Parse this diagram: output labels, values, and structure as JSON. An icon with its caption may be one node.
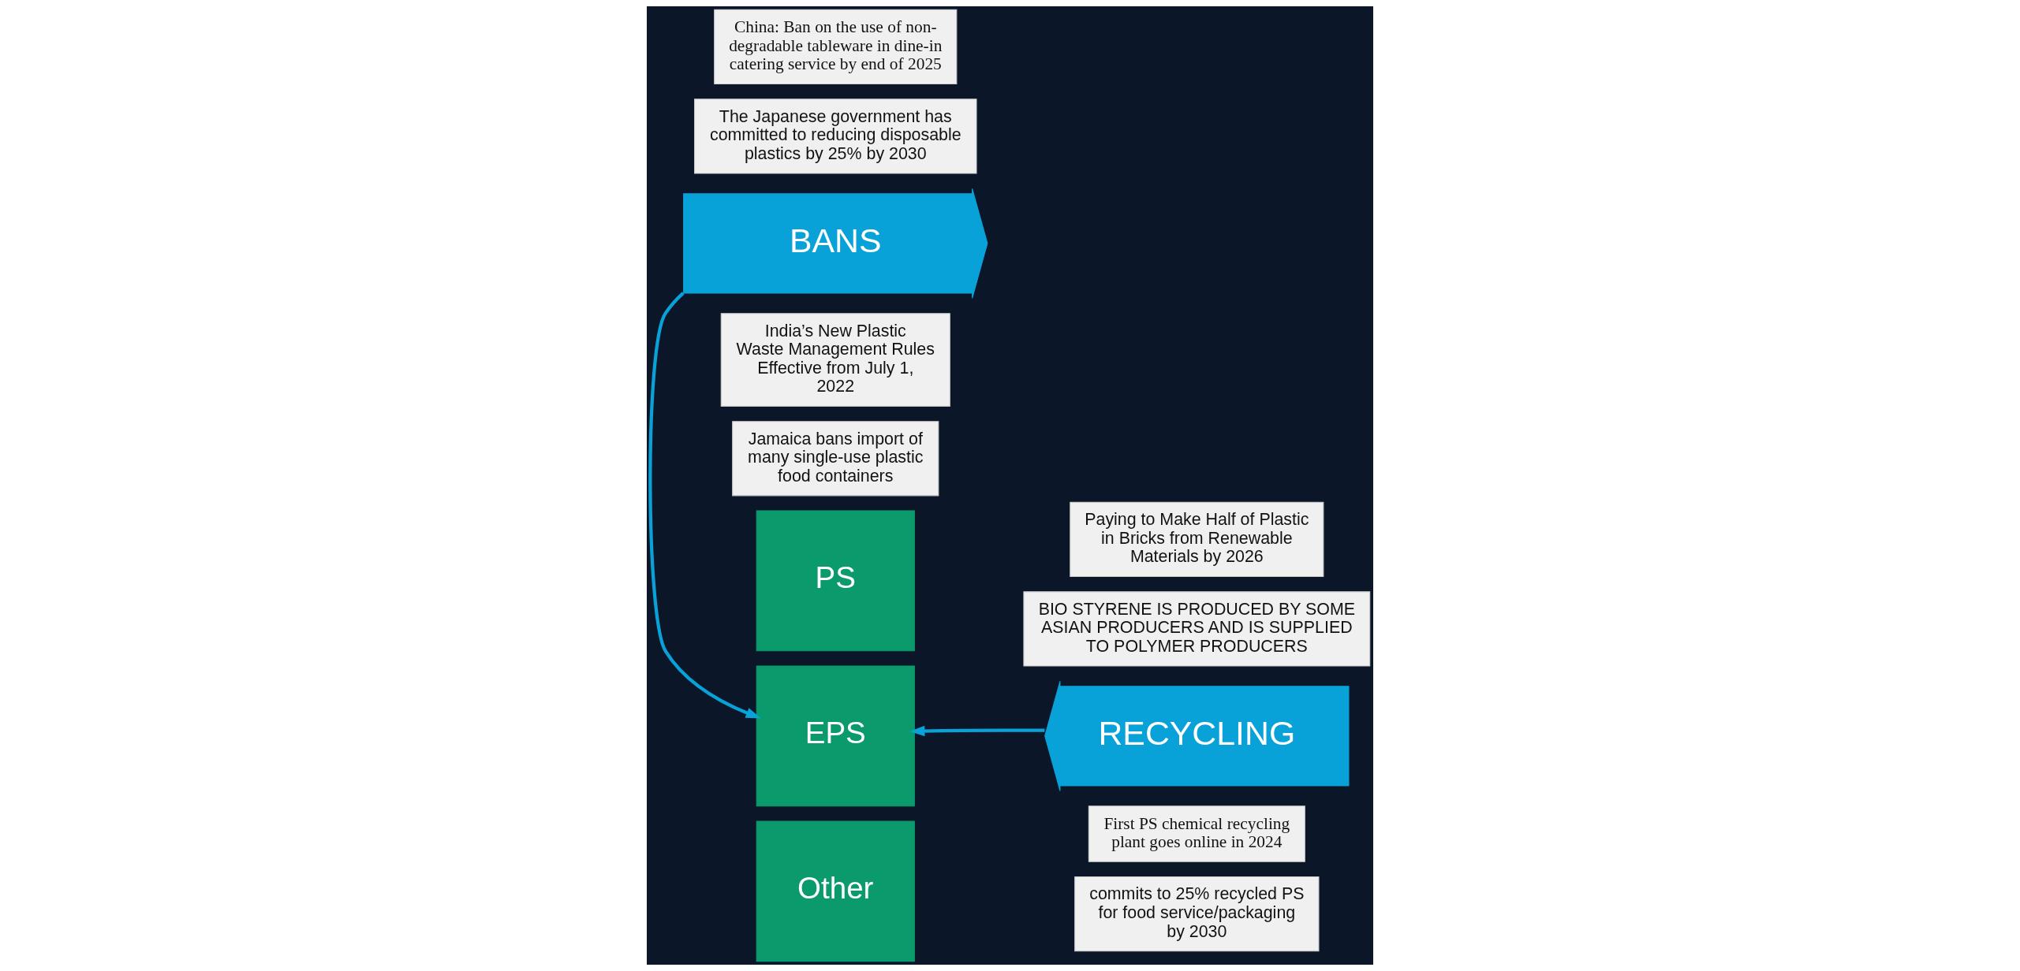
{
  "diagram": {
    "nodes": [
      {
        "text": [
          "China: Ban on the use of non-degradable tableware in dine-in catering service by end of 2025"
        ]
      },
      {
        "text": [
          "The Japanese government has committed to reducing disposable plastics by 25% by 2030"
        ]
      },
      {
        "text": [
          "BANS"
        ]
      },
      {
        "text": [
          "India’s New Plastic Waste Management Rules Effective from July 1, 2022"
        ]
      },
      {
        "text": [
          "Jamaica bans import of many single-use plastic food containers"
        ]
      },
      {
        "text": [
          "PS"
        ]
      },
      {
        "text": [
          "EPS"
        ]
      },
      {
        "text": [
          "Other"
        ]
      },
      {
        "text": [
          "Paying to Make Half of Plastic in Bricks from Renewable Materials by 2026"
        ]
      },
      {
        "text": [
          "BIO STYRENE IS PRODUCED BY SOME ASIAN PRODUCERS AND IS SUPPLIED TO POLYMER PRODUCERS"
        ]
      },
      {
        "text": [
          "RECYCLING"
        ]
      },
      {
        "text": [
          "First PS chemical recycling plant goes online in 2024"
        ]
      },
      {
        "text": [
          "commits to 25% recycled PS for food service/packaging by 2030"
        ]
      }
    ],
    "edges": [
      {
        "from": 2,
        "to": 6,
        "arrow": "to"
      },
      {
        "from": 10,
        "to": 6,
        "arrow": "to"
      }
    ]
  }
}
